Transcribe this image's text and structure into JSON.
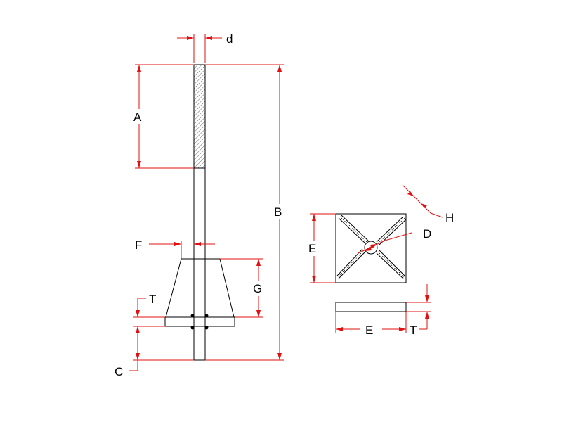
{
  "drawing": {
    "dimension_labels": {
      "d": "d",
      "A": "A",
      "B": "B",
      "C": "C",
      "F": "F",
      "G": "G",
      "T_side": "T",
      "E_plan": "E",
      "D": "D",
      "H": "H",
      "E_section": "E",
      "T_section": "T"
    },
    "colors": {
      "object_lines": "#000000",
      "dimension_lines": "#e01010",
      "background": "#ffffff"
    }
  }
}
